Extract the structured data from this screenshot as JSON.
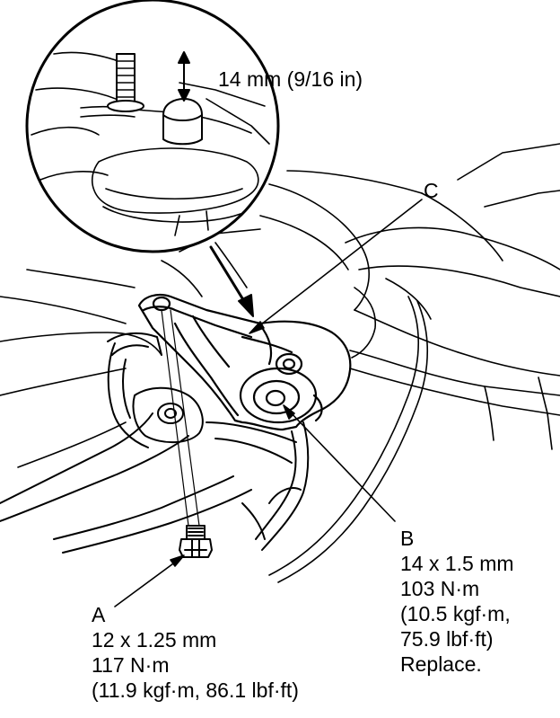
{
  "detail_measurement": "14 mm (9/16 in)",
  "callouts": {
    "a": {
      "letter": "A",
      "lines": [
        "12 x 1.25 mm",
        "117 N·m",
        "(11.9 kgf·m, 86.1 lbf·ft)"
      ]
    },
    "b": {
      "letter": "B",
      "lines": [
        "14 x 1.5 mm",
        "103 N·m",
        "(10.5 kgf·m,",
        "75.9 lbf·ft)",
        "Replace."
      ]
    },
    "c": {
      "letter": "C"
    }
  }
}
